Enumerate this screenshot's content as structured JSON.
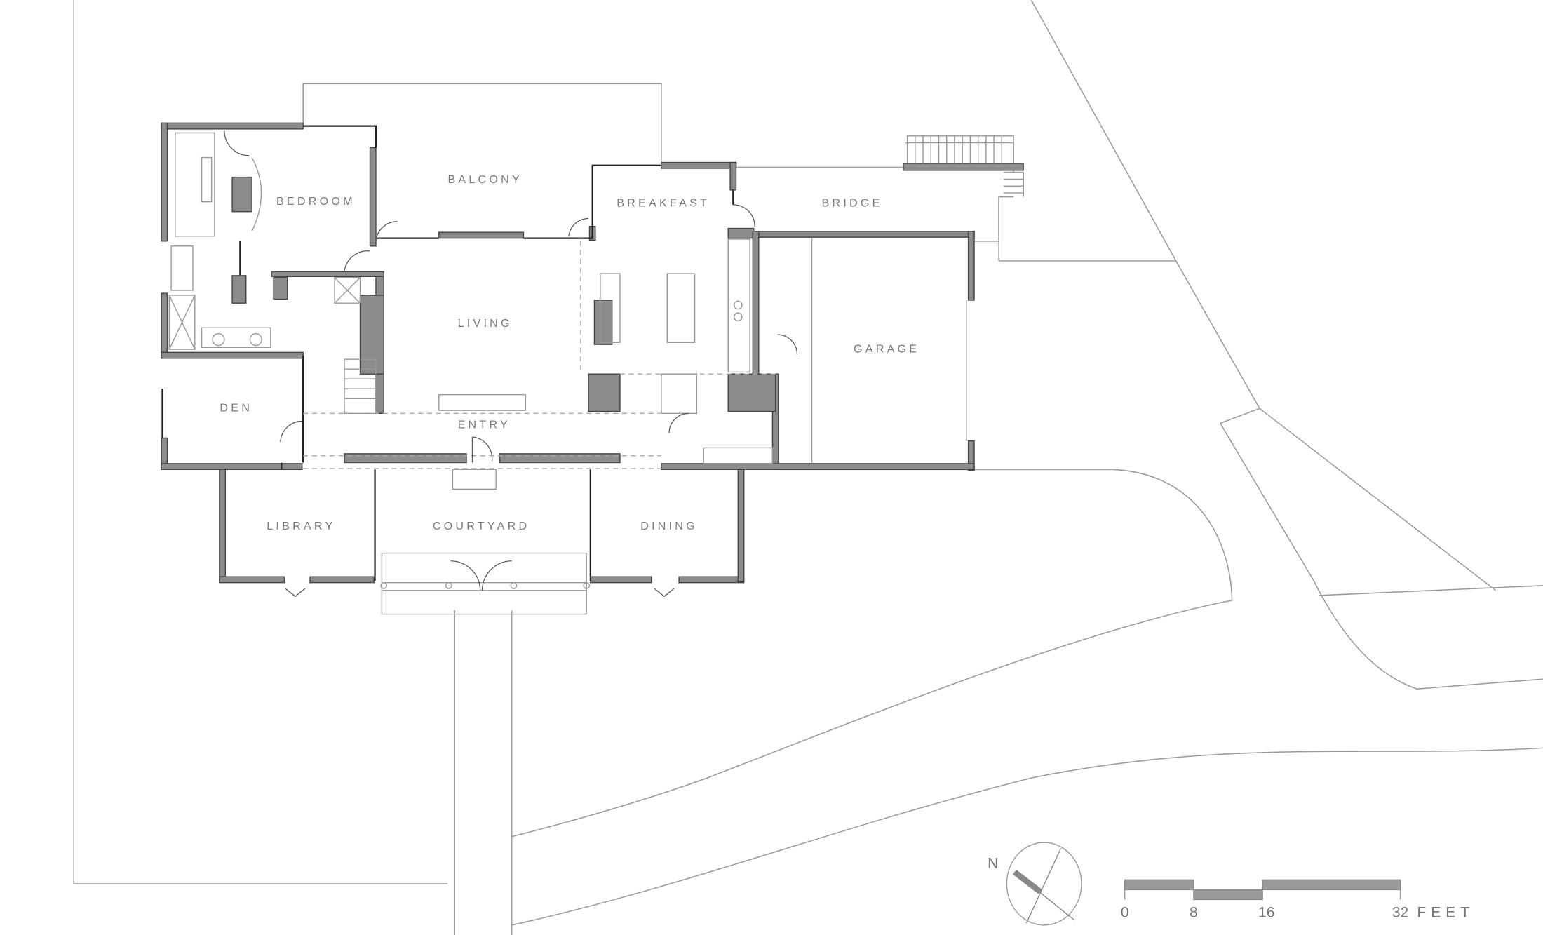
{
  "rooms": {
    "bedroom": "BEDROOM",
    "balcony": "BALCONY",
    "breakfast": "BREAKFAST",
    "bridge": "BRIDGE",
    "living": "LIVING",
    "garage": "GARAGE",
    "den": "DEN",
    "entry": "ENTRY",
    "library": "LIBRARY",
    "courtyard": "COURTYARD",
    "dining": "DINING"
  },
  "north_arrow": {
    "label": "N"
  },
  "scale_bar": {
    "ticks": [
      "0",
      "8",
      "16",
      "32"
    ],
    "unit": "FEET"
  },
  "colors": {
    "wall": "#8c8c8c",
    "line": "#9a9a9a",
    "text": "#7a7a7a"
  }
}
